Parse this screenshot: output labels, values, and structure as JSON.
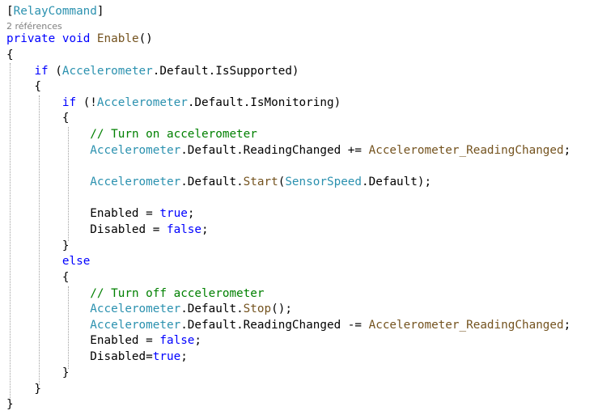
{
  "colors": {
    "background": "#ffffff",
    "plain": "#000000",
    "keyword": "#0000ff",
    "type": "#2b91af",
    "method": "#74531f",
    "comment": "#008000",
    "codelens": "#7f7f7f",
    "guide": "#a0a0a0"
  },
  "code_lines": [
    {
      "kind": "code",
      "tokens": [
        {
          "t": "[",
          "c": "plain"
        },
        {
          "t": "RelayCommand",
          "c": "type"
        },
        {
          "t": "]",
          "c": "plain"
        }
      ]
    },
    {
      "kind": "codelens",
      "tokens": [
        {
          "t": "2 références",
          "c": "lens"
        }
      ]
    },
    {
      "kind": "code",
      "tokens": [
        {
          "t": "private",
          "c": "keyword"
        },
        {
          "t": " ",
          "c": "plain"
        },
        {
          "t": "void",
          "c": "keyword"
        },
        {
          "t": " ",
          "c": "plain"
        },
        {
          "t": "Enable",
          "c": "method"
        },
        {
          "t": "()",
          "c": "plain"
        }
      ]
    },
    {
      "kind": "code",
      "tokens": [
        {
          "t": "{",
          "c": "plain"
        }
      ]
    },
    {
      "kind": "code",
      "tokens": [
        {
          "t": "    ",
          "c": "plain"
        },
        {
          "t": "if",
          "c": "keyword"
        },
        {
          "t": " (",
          "c": "plain"
        },
        {
          "t": "Accelerometer",
          "c": "type"
        },
        {
          "t": ".Default.IsSupported)",
          "c": "plain"
        }
      ]
    },
    {
      "kind": "code",
      "tokens": [
        {
          "t": "    {",
          "c": "plain"
        }
      ]
    },
    {
      "kind": "code",
      "tokens": [
        {
          "t": "        ",
          "c": "plain"
        },
        {
          "t": "if",
          "c": "keyword"
        },
        {
          "t": " (!",
          "c": "plain"
        },
        {
          "t": "Accelerometer",
          "c": "type"
        },
        {
          "t": ".Default.IsMonitoring)",
          "c": "plain"
        }
      ]
    },
    {
      "kind": "code",
      "tokens": [
        {
          "t": "        {",
          "c": "plain"
        }
      ]
    },
    {
      "kind": "code",
      "tokens": [
        {
          "t": "            ",
          "c": "plain"
        },
        {
          "t": "// Turn on accelerometer",
          "c": "comment"
        }
      ]
    },
    {
      "kind": "code",
      "tokens": [
        {
          "t": "            ",
          "c": "plain"
        },
        {
          "t": "Accelerometer",
          "c": "type"
        },
        {
          "t": ".Default.ReadingChanged += ",
          "c": "plain"
        },
        {
          "t": "Accelerometer_ReadingChanged",
          "c": "method"
        },
        {
          "t": ";",
          "c": "plain"
        }
      ]
    },
    {
      "kind": "code",
      "tokens": []
    },
    {
      "kind": "code",
      "tokens": [
        {
          "t": "            ",
          "c": "plain"
        },
        {
          "t": "Accelerometer",
          "c": "type"
        },
        {
          "t": ".Default.",
          "c": "plain"
        },
        {
          "t": "Start",
          "c": "method"
        },
        {
          "t": "(",
          "c": "plain"
        },
        {
          "t": "SensorSpeed",
          "c": "type"
        },
        {
          "t": ".Default);",
          "c": "plain"
        }
      ]
    },
    {
      "kind": "code",
      "tokens": []
    },
    {
      "kind": "code",
      "tokens": [
        {
          "t": "            Enabled = ",
          "c": "plain"
        },
        {
          "t": "true",
          "c": "keyword"
        },
        {
          "t": ";",
          "c": "plain"
        }
      ]
    },
    {
      "kind": "code",
      "tokens": [
        {
          "t": "            Disabled = ",
          "c": "plain"
        },
        {
          "t": "false",
          "c": "keyword"
        },
        {
          "t": ";",
          "c": "plain"
        }
      ]
    },
    {
      "kind": "code",
      "tokens": [
        {
          "t": "        }",
          "c": "plain"
        }
      ]
    },
    {
      "kind": "code",
      "tokens": [
        {
          "t": "        ",
          "c": "plain"
        },
        {
          "t": "else",
          "c": "keyword"
        }
      ]
    },
    {
      "kind": "code",
      "tokens": [
        {
          "t": "        {",
          "c": "plain"
        }
      ]
    },
    {
      "kind": "code",
      "tokens": [
        {
          "t": "            ",
          "c": "plain"
        },
        {
          "t": "// Turn off accelerometer",
          "c": "comment"
        }
      ]
    },
    {
      "kind": "code",
      "tokens": [
        {
          "t": "            ",
          "c": "plain"
        },
        {
          "t": "Accelerometer",
          "c": "type"
        },
        {
          "t": ".Default.",
          "c": "plain"
        },
        {
          "t": "Stop",
          "c": "method"
        },
        {
          "t": "();",
          "c": "plain"
        }
      ]
    },
    {
      "kind": "code",
      "tokens": [
        {
          "t": "            ",
          "c": "plain"
        },
        {
          "t": "Accelerometer",
          "c": "type"
        },
        {
          "t": ".Default.ReadingChanged -= ",
          "c": "plain"
        },
        {
          "t": "Accelerometer_ReadingChanged",
          "c": "method"
        },
        {
          "t": ";",
          "c": "plain"
        }
      ]
    },
    {
      "kind": "code",
      "tokens": [
        {
          "t": "            Enabled = ",
          "c": "plain"
        },
        {
          "t": "false",
          "c": "keyword"
        },
        {
          "t": ";",
          "c": "plain"
        }
      ]
    },
    {
      "kind": "code",
      "tokens": [
        {
          "t": "            Disabled=",
          "c": "plain"
        },
        {
          "t": "true",
          "c": "keyword"
        },
        {
          "t": ";",
          "c": "plain"
        }
      ]
    },
    {
      "kind": "code",
      "tokens": [
        {
          "t": "        }",
          "c": "plain"
        }
      ]
    },
    {
      "kind": "code",
      "tokens": [
        {
          "t": "    }",
          "c": "plain"
        }
      ]
    },
    {
      "kind": "code",
      "tokens": [
        {
          "t": "}",
          "c": "plain"
        }
      ]
    }
  ]
}
